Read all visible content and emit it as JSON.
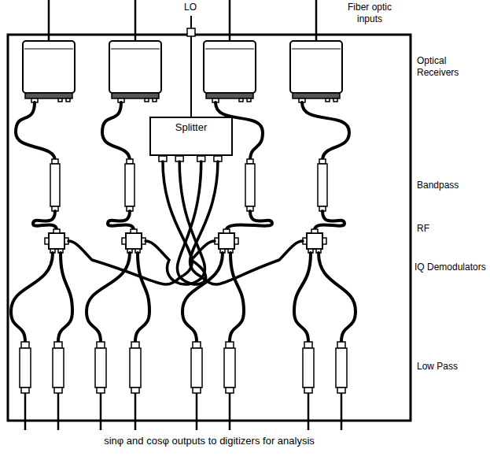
{
  "diagram": {
    "caption": "sinφ and cosφ outputs to digitizers for analysis",
    "nodes": [
      {
        "text": [
          "Splitter"
        ]
      }
    ],
    "labels": [
      "LO",
      "Fiber optic inputs",
      "Optical Receivers",
      "Bandpass",
      "RF",
      "IQ Demodulators",
      "Low Pass"
    ]
  }
}
